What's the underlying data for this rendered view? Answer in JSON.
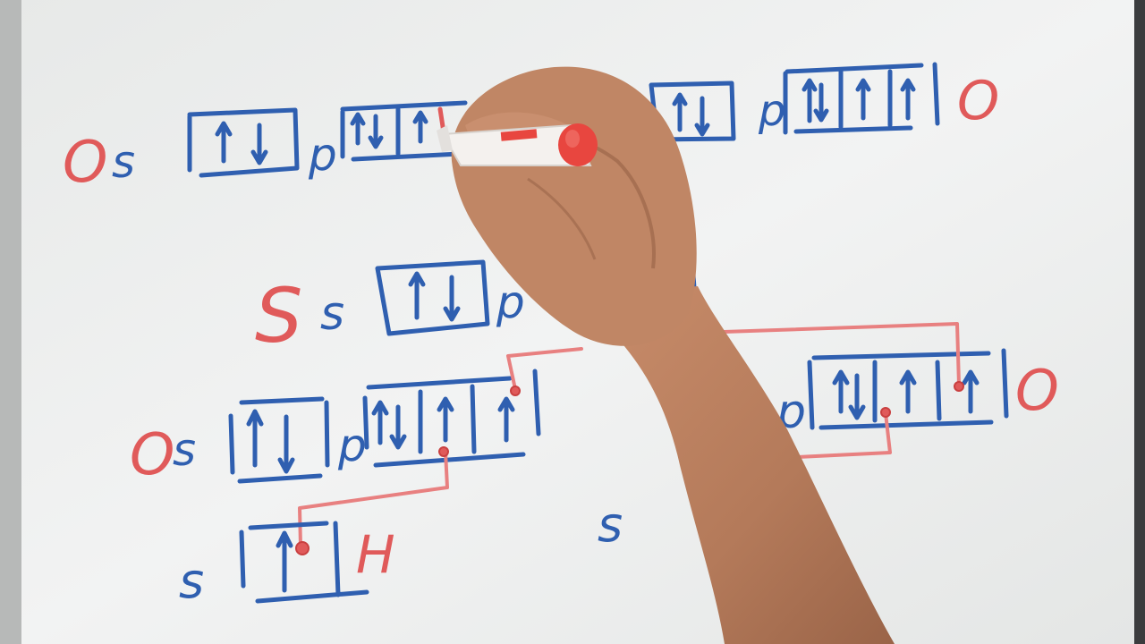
{
  "scene": {
    "kind": "photo",
    "description_labels": {
      "element_O": "O",
      "element_S": "S",
      "element_H": "H",
      "orbital_s": "s",
      "orbital_p": "p"
    },
    "colors": {
      "whiteboard": "#eef0ef",
      "blue_marker": "#2f5fb0",
      "red_marker": "#e05a5a",
      "skin": "#b87f5f",
      "marker_body": "#f4f1ee",
      "marker_cap": "#e8463f"
    },
    "objects": [
      "whiteboard",
      "hand",
      "red-marker",
      "orbital-diagrams"
    ]
  },
  "labels": {
    "row1": {
      "left_element": "O",
      "s_label": "s",
      "p_label": "p",
      "right_element": "O"
    },
    "row2": {
      "element": "S",
      "s_label": "s",
      "p_label": "p"
    },
    "row3": {
      "left_element": "O",
      "s_label": "s",
      "p_label": "p",
      "right_element": "O",
      "p_label_right": "p"
    },
    "row4": {
      "s_label": "s",
      "element": "H",
      "s_label_right": "s"
    }
  }
}
